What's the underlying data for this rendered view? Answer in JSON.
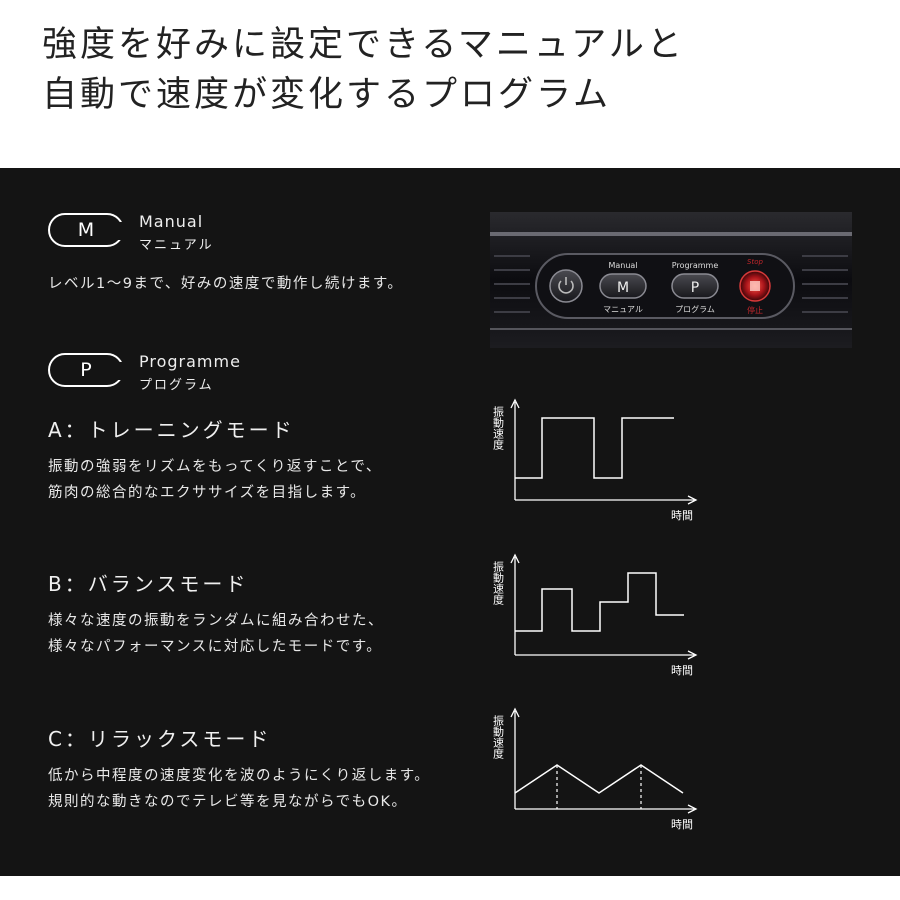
{
  "header": {
    "line1": "強度を好みに設定できるマニュアルと",
    "line2": "自動で速度が変化するプログラム"
  },
  "manual": {
    "letter": "M",
    "name_en": "Manual",
    "name_jp": "マニュアル",
    "description": "レベル1～9まで、好みの速度で動作し続けます。"
  },
  "programme": {
    "letter": "P",
    "name_en": "Programme",
    "name_jp": "プログラム"
  },
  "device_panel": {
    "manual_label_en": "Manual",
    "manual_label_jp": "マニュアル",
    "manual_letter": "M",
    "programme_label_en": "Programme",
    "programme_label_jp": "プログラム",
    "programme_letter": "P",
    "stop_label_en": "Stop",
    "stop_label_jp": "停止"
  },
  "modes": [
    {
      "heading": "A：トレーニングモード",
      "line1": "振動の強弱をリズムをもってくり返すことで、",
      "line2": "筋肉の総合的なエクササイズを目指します。",
      "graph": {
        "y_axis": "振動速度",
        "x_axis": "時間",
        "pattern": "square-wave"
      }
    },
    {
      "heading": "B：バランスモード",
      "line1": "様々な速度の振動をランダムに組み合わせた、",
      "line2": "様々なパフォーマンスに対応したモードです。",
      "graph": {
        "y_axis": "振動速度",
        "x_axis": "時間",
        "pattern": "random-steps"
      }
    },
    {
      "heading": "C：リラックスモード",
      "line1": "低から中程度の速度変化を波のようにくり返します。",
      "line2": "規則的な動きなのでテレビ等を見ながらでもOK。",
      "graph": {
        "y_axis": "振動速度",
        "x_axis": "時間",
        "pattern": "triangle-wave"
      }
    }
  ],
  "colors": {
    "panel_bg": "#141414",
    "stop_red": "#c0262b",
    "text_light": "#eeeeee"
  }
}
